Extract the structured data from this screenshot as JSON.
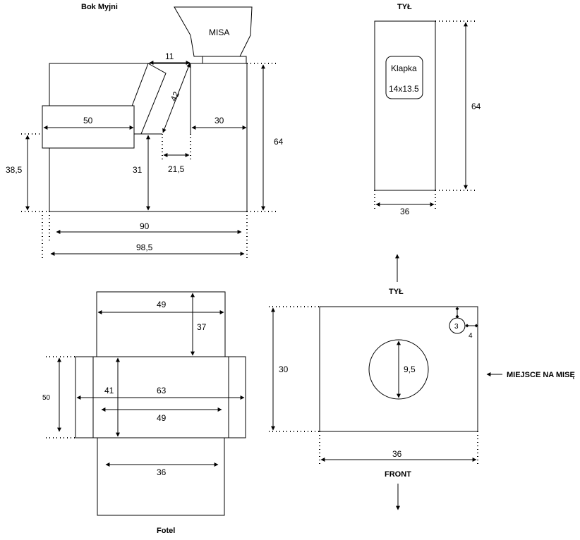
{
  "side": {
    "title": "Bok Myjni",
    "bowl_label": "MISA",
    "dims": {
      "seat_width": "50",
      "top_gap": "11",
      "slope": "42",
      "right_part": "30",
      "height": "64",
      "left_height": "38,5",
      "inner_height": "31",
      "bottom_gap": "21,5",
      "inner_width": "90",
      "total_width": "98,5"
    }
  },
  "back": {
    "title": "TYŁ",
    "flap_label": "Klapka",
    "flap_size": "14x13.5",
    "height": "64",
    "width": "36"
  },
  "chair": {
    "title": "Fotel",
    "dims": {
      "top_width": "49",
      "top_depth": "37",
      "side_height": "50",
      "inner_depth": "41",
      "seat_width": "63",
      "seat_inner": "49",
      "bottom_width": "36"
    }
  },
  "top": {
    "back_label": "TYŁ",
    "front_label": "FRONT",
    "bowl_place_label": "MIEJSCE NA MISĘ",
    "depth": "30",
    "width": "36",
    "hole_diameter": "9,5",
    "small_hole": "3",
    "small_offset": "4"
  }
}
